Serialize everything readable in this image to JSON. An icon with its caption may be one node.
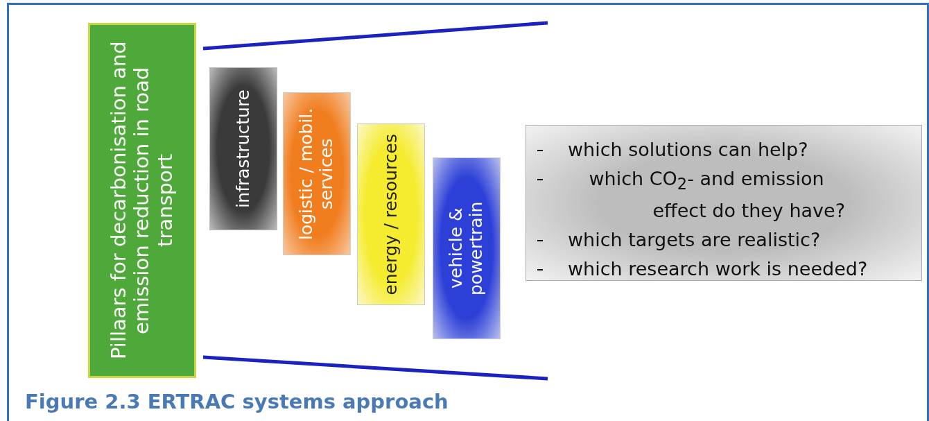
{
  "diagram": {
    "caption": "Figure 2.3 ERTRAC systems approach",
    "nodes": [
      {
        "text": [
          "Pillaars for decarbonisation and emission reduction in road transport"
        ]
      },
      {
        "text": [
          "infrastructure"
        ]
      },
      {
        "text": [
          "logistic / mobil. services"
        ]
      },
      {
        "text": [
          "energy / resources"
        ]
      },
      {
        "text": [
          "vehicle & powertrain"
        ]
      },
      {
        "text": [
          "which solutions can help?",
          "which CO$_{2}$- and emission effect do they have?",
          "which targets are realistic?",
          "which research work is needed?"
        ]
      }
    ],
    "edges": []
  }
}
